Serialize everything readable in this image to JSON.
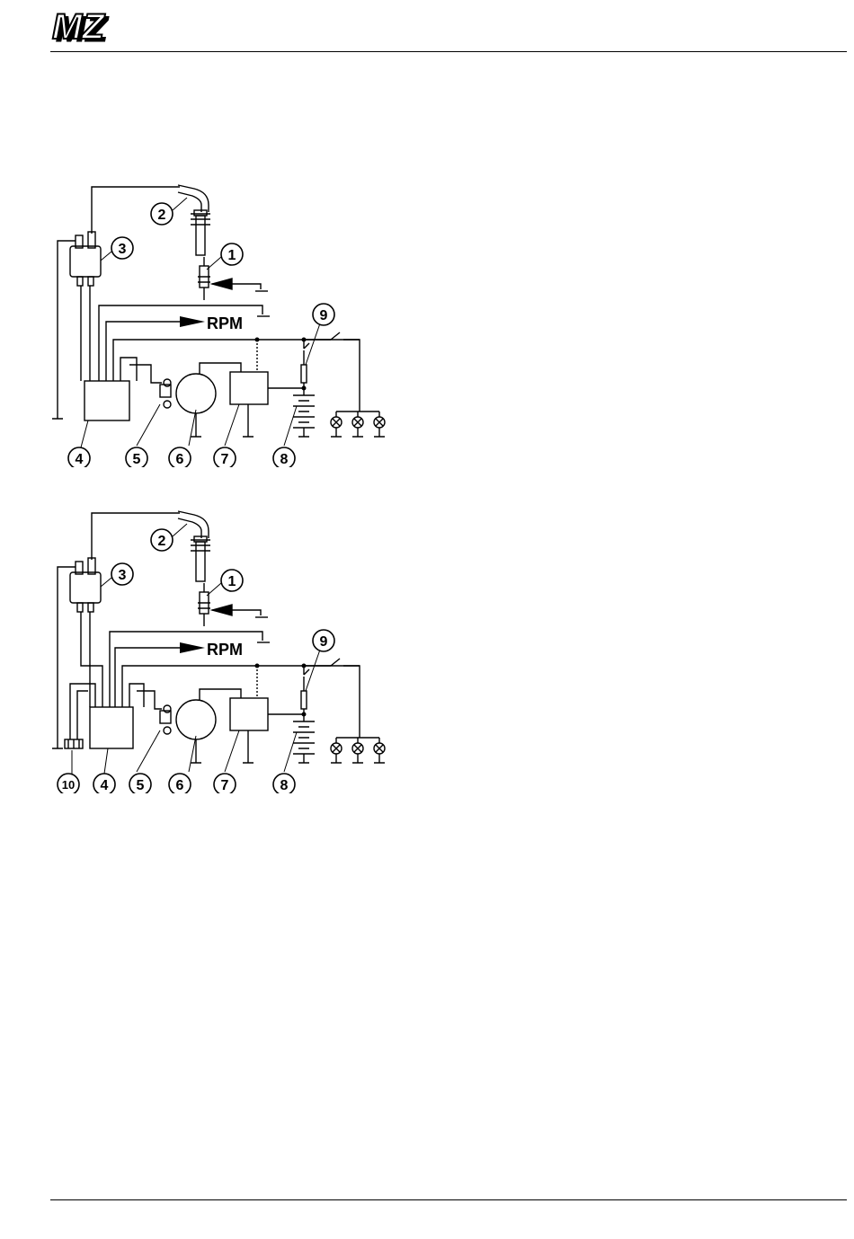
{
  "brand": {
    "logo_text": "MZ"
  },
  "diagram_top": {
    "rpm_label": "RPM",
    "callouts": [
      "1",
      "2",
      "3",
      "4",
      "5",
      "6",
      "7",
      "8",
      "9"
    ]
  },
  "diagram_bottom": {
    "rpm_label": "RPM",
    "callouts": [
      "1",
      "2",
      "3",
      "4",
      "5",
      "6",
      "7",
      "8",
      "9",
      "10"
    ]
  },
  "colors": {
    "ink": "#000000",
    "paper": "#ffffff"
  }
}
